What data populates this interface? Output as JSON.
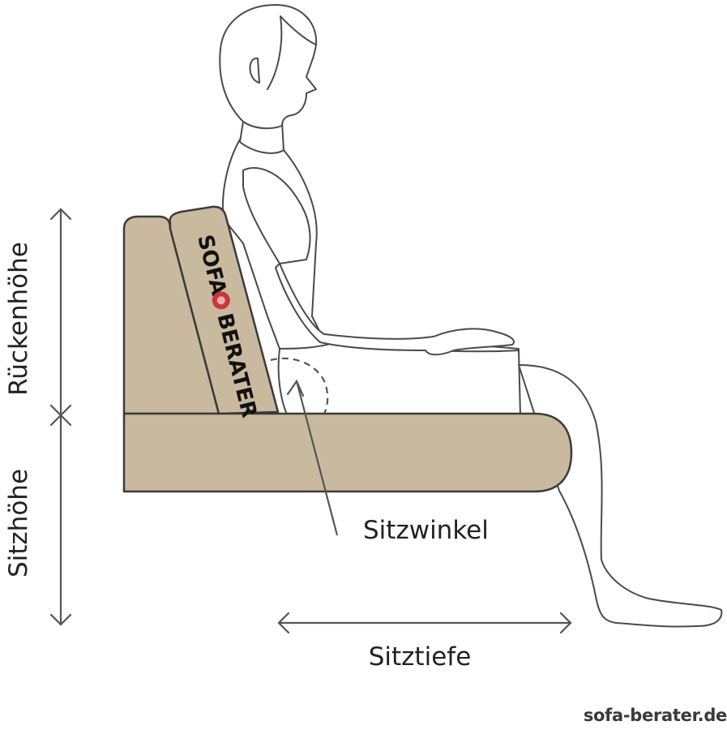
{
  "labels": {
    "back_height": "Rückenhöhe",
    "seat_height": "Sitzhöhe",
    "seat_angle": "Sitzwinkel",
    "seat_depth": "Sitztiefe"
  },
  "logo": {
    "line1": "SOFA",
    "line2": "BERATER"
  },
  "footer": {
    "site": "sofa-berater.de"
  },
  "colors": {
    "sofa_fill": "#c9b99e",
    "outline": "#3b3b3b",
    "line": "#555555",
    "logo_red": "#c8383a"
  }
}
